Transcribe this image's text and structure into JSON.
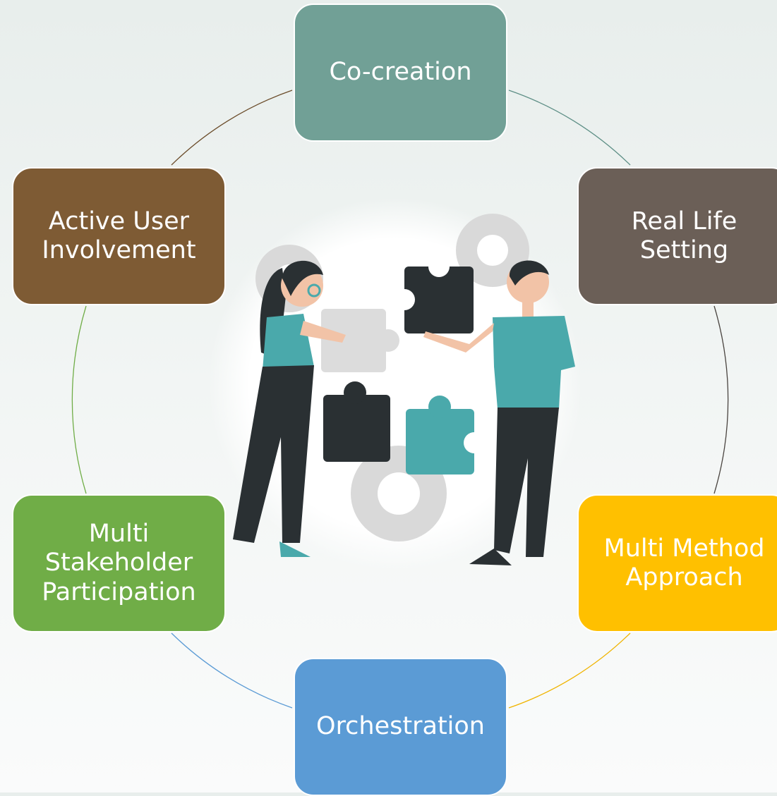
{
  "nodes": [
    {
      "id": "cocreation",
      "label": "Co-creation",
      "color": "#71a096",
      "arc_color": "#5e8f86"
    },
    {
      "id": "reallife",
      "label": "Real Life\nSetting",
      "color": "#6b5f57",
      "arc_color": "#4a4440"
    },
    {
      "id": "multimethod",
      "label": "Multi Method\nApproach",
      "color": "#ffc000",
      "arc_color": "#f0b400"
    },
    {
      "id": "orchestration",
      "label": "Orchestration",
      "color": "#5b9bd5",
      "arc_color": "#5b9bd5"
    },
    {
      "id": "multistakeholder",
      "label": "Multi\nStakeholder\nParticipation",
      "color": "#70ad47",
      "arc_color": "#70ad47"
    },
    {
      "id": "activeuser",
      "label": "Active User\nInvolvement",
      "color": "#7e5b34",
      "arc_color": "#6b4c2a"
    }
  ],
  "illustration": {
    "subject": "two-people-assembling-puzzle-pieces",
    "colors": {
      "teal": "#4aa9ab",
      "dark": "#2a3033",
      "light_piece": "#dcdcdc",
      "gear": "#d9d9d9",
      "skin": "#f2c3a7"
    }
  }
}
